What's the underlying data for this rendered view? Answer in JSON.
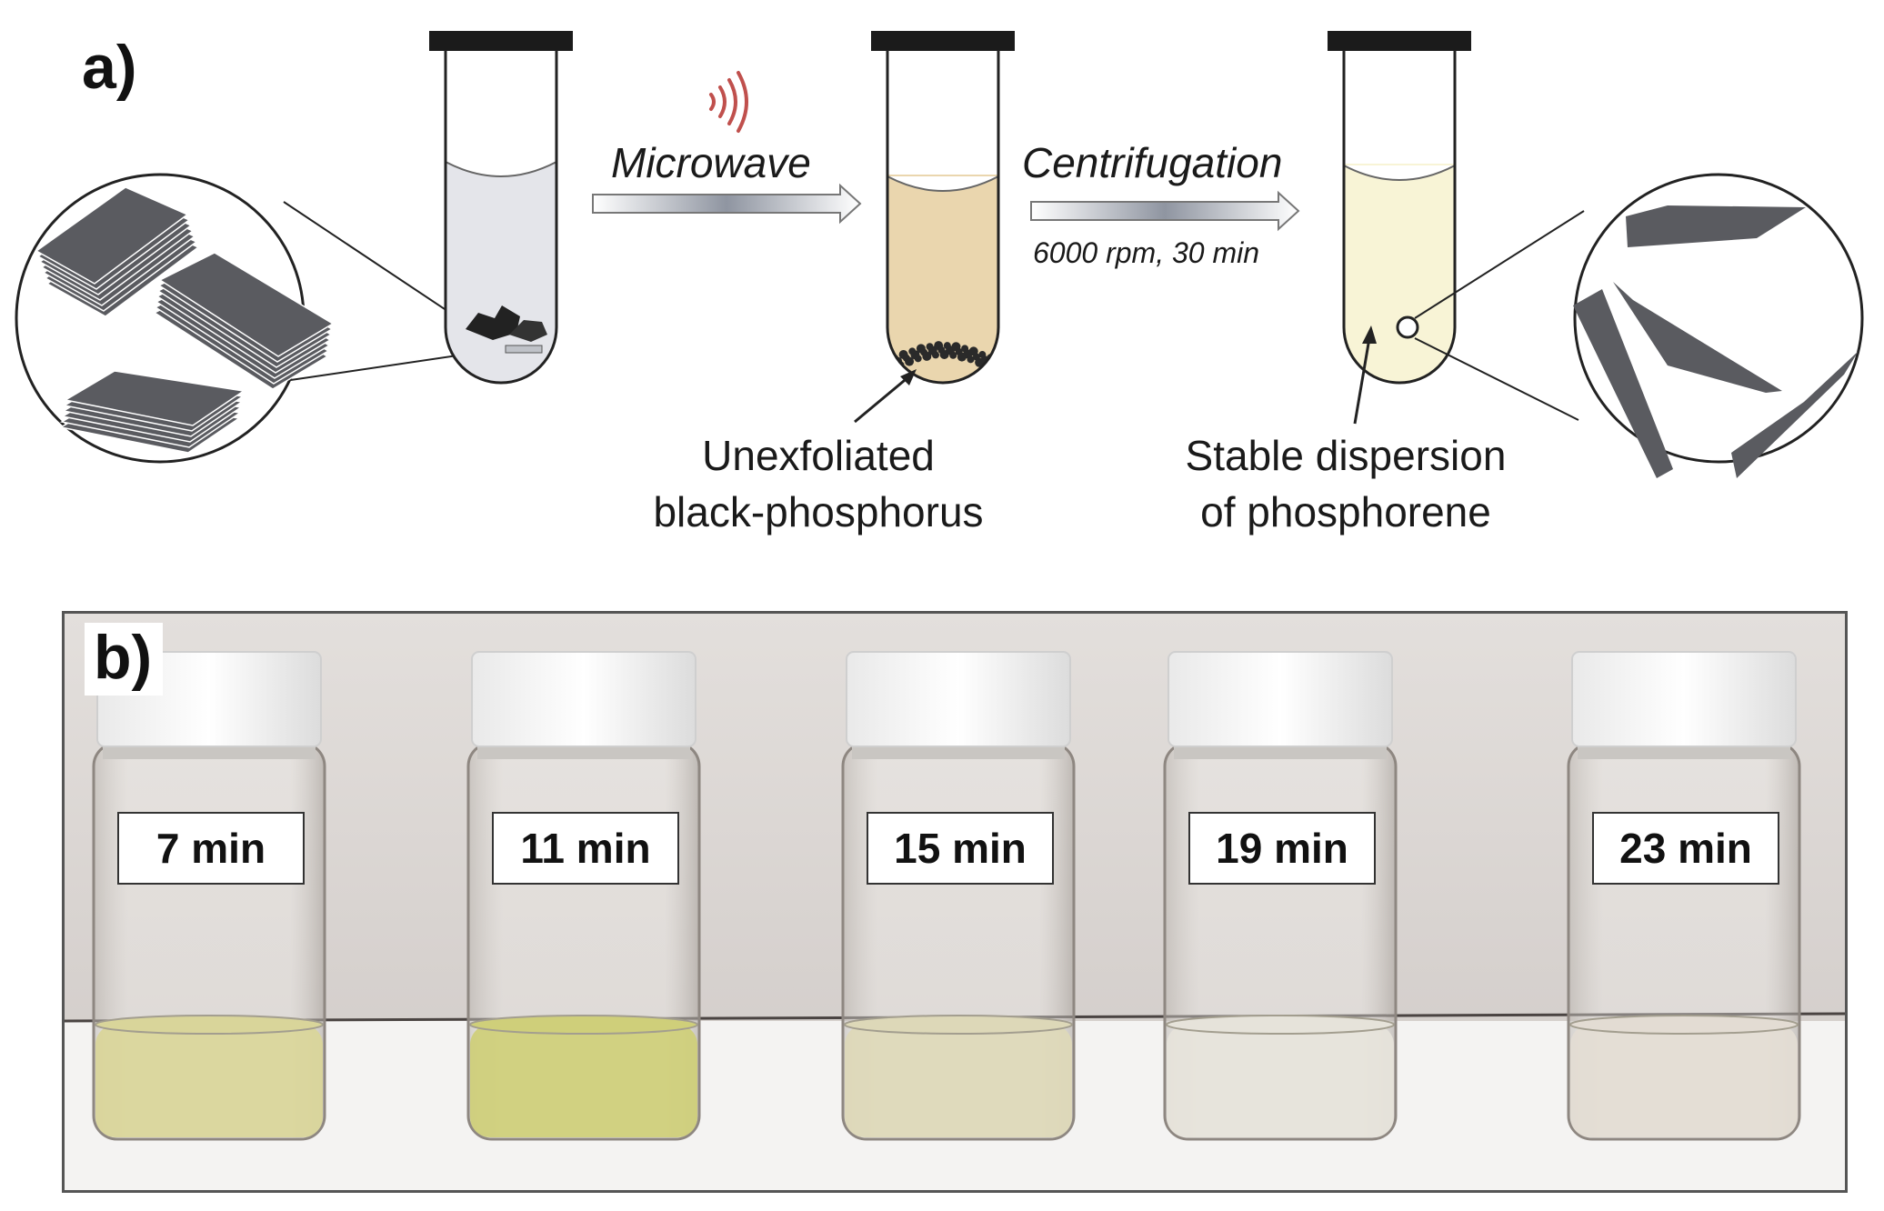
{
  "panel_a": {
    "label": "a)",
    "step1": {
      "method": "Microwave"
    },
    "step2": {
      "method": "Centrifugation",
      "conditions": "6000 rpm, 30 min"
    },
    "callout_unexfoliated": {
      "line1": "Unexfoliated",
      "line2": "black-phosphorus"
    },
    "callout_dispersion": {
      "line1": "Stable dispersion",
      "line2": "of phosphorene"
    }
  },
  "panel_b": {
    "label": "b)",
    "vials": [
      {
        "time": "7 min",
        "liquid_color": "#d9d59a"
      },
      {
        "time": "11 min",
        "liquid_color": "#cfcf7a"
      },
      {
        "time": "15 min",
        "liquid_color": "#ddd8b8"
      },
      {
        "time": "19 min",
        "liquid_color": "#e6e3da"
      },
      {
        "time": "23 min",
        "liquid_color": "#e3dcd3"
      }
    ]
  },
  "colors": {
    "flake": "#5a5b60",
    "tube_empty": "#e4e5ea",
    "tube_microwave": "#ead6ae",
    "tube_centrifuged": "#f8f4d6",
    "microwave_waves": "#c0504d",
    "photo_background": "#d8d3d0"
  }
}
